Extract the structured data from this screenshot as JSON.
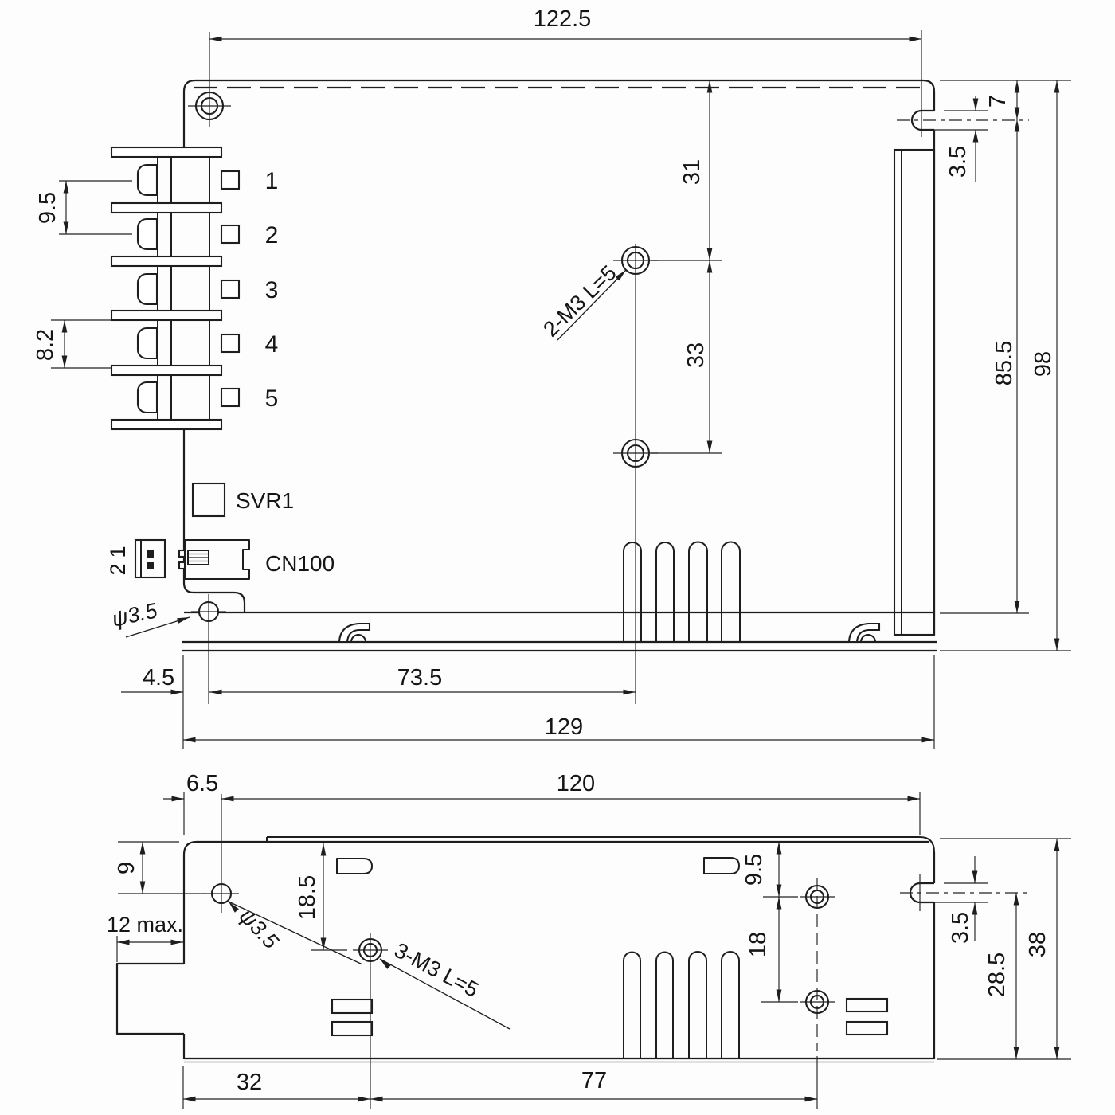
{
  "drawing": {
    "top_view": {
      "dims": {
        "hole_span_h": "122.5",
        "top_hole_offset": "7",
        "slot_width_right": "3.5",
        "pin_pitch_1_2": "9.5",
        "pin_pitch_4_5": "8.2",
        "hole1_from_top": "31",
        "hole_spacing_v": "33",
        "height_to_hole": "85.5",
        "height_overall": "98",
        "hole_from_left": "4.5",
        "hole_to_center": "73.5",
        "width_overall": "129"
      },
      "annotations": {
        "mounting_holes": "2-M3 L=5",
        "hole_dia": "ψ3.5",
        "potentiometer": "SVR1",
        "connector": "CN100"
      },
      "terminal_pins": [
        "1",
        "2",
        "3",
        "4",
        "5"
      ],
      "connector_pins": [
        "1",
        "2"
      ]
    },
    "bottom_view": {
      "dims": {
        "hole_from_left": "6.5",
        "hole_span_h": "120",
        "hole_from_top": "9",
        "inlet_depth": "12 max.",
        "hole2_from_top": "18.5",
        "right_hole_from_top": "9.5",
        "right_hole_spacing": "18",
        "slot_width_right": "3.5",
        "right_hole_to_bottom": "28.5",
        "depth_overall": "38",
        "hole_x1": "32",
        "hole_x2": "77"
      },
      "annotations": {
        "hole_dia": "ψ3.5",
        "mounting_holes": "3-M3 L=5"
      }
    }
  }
}
